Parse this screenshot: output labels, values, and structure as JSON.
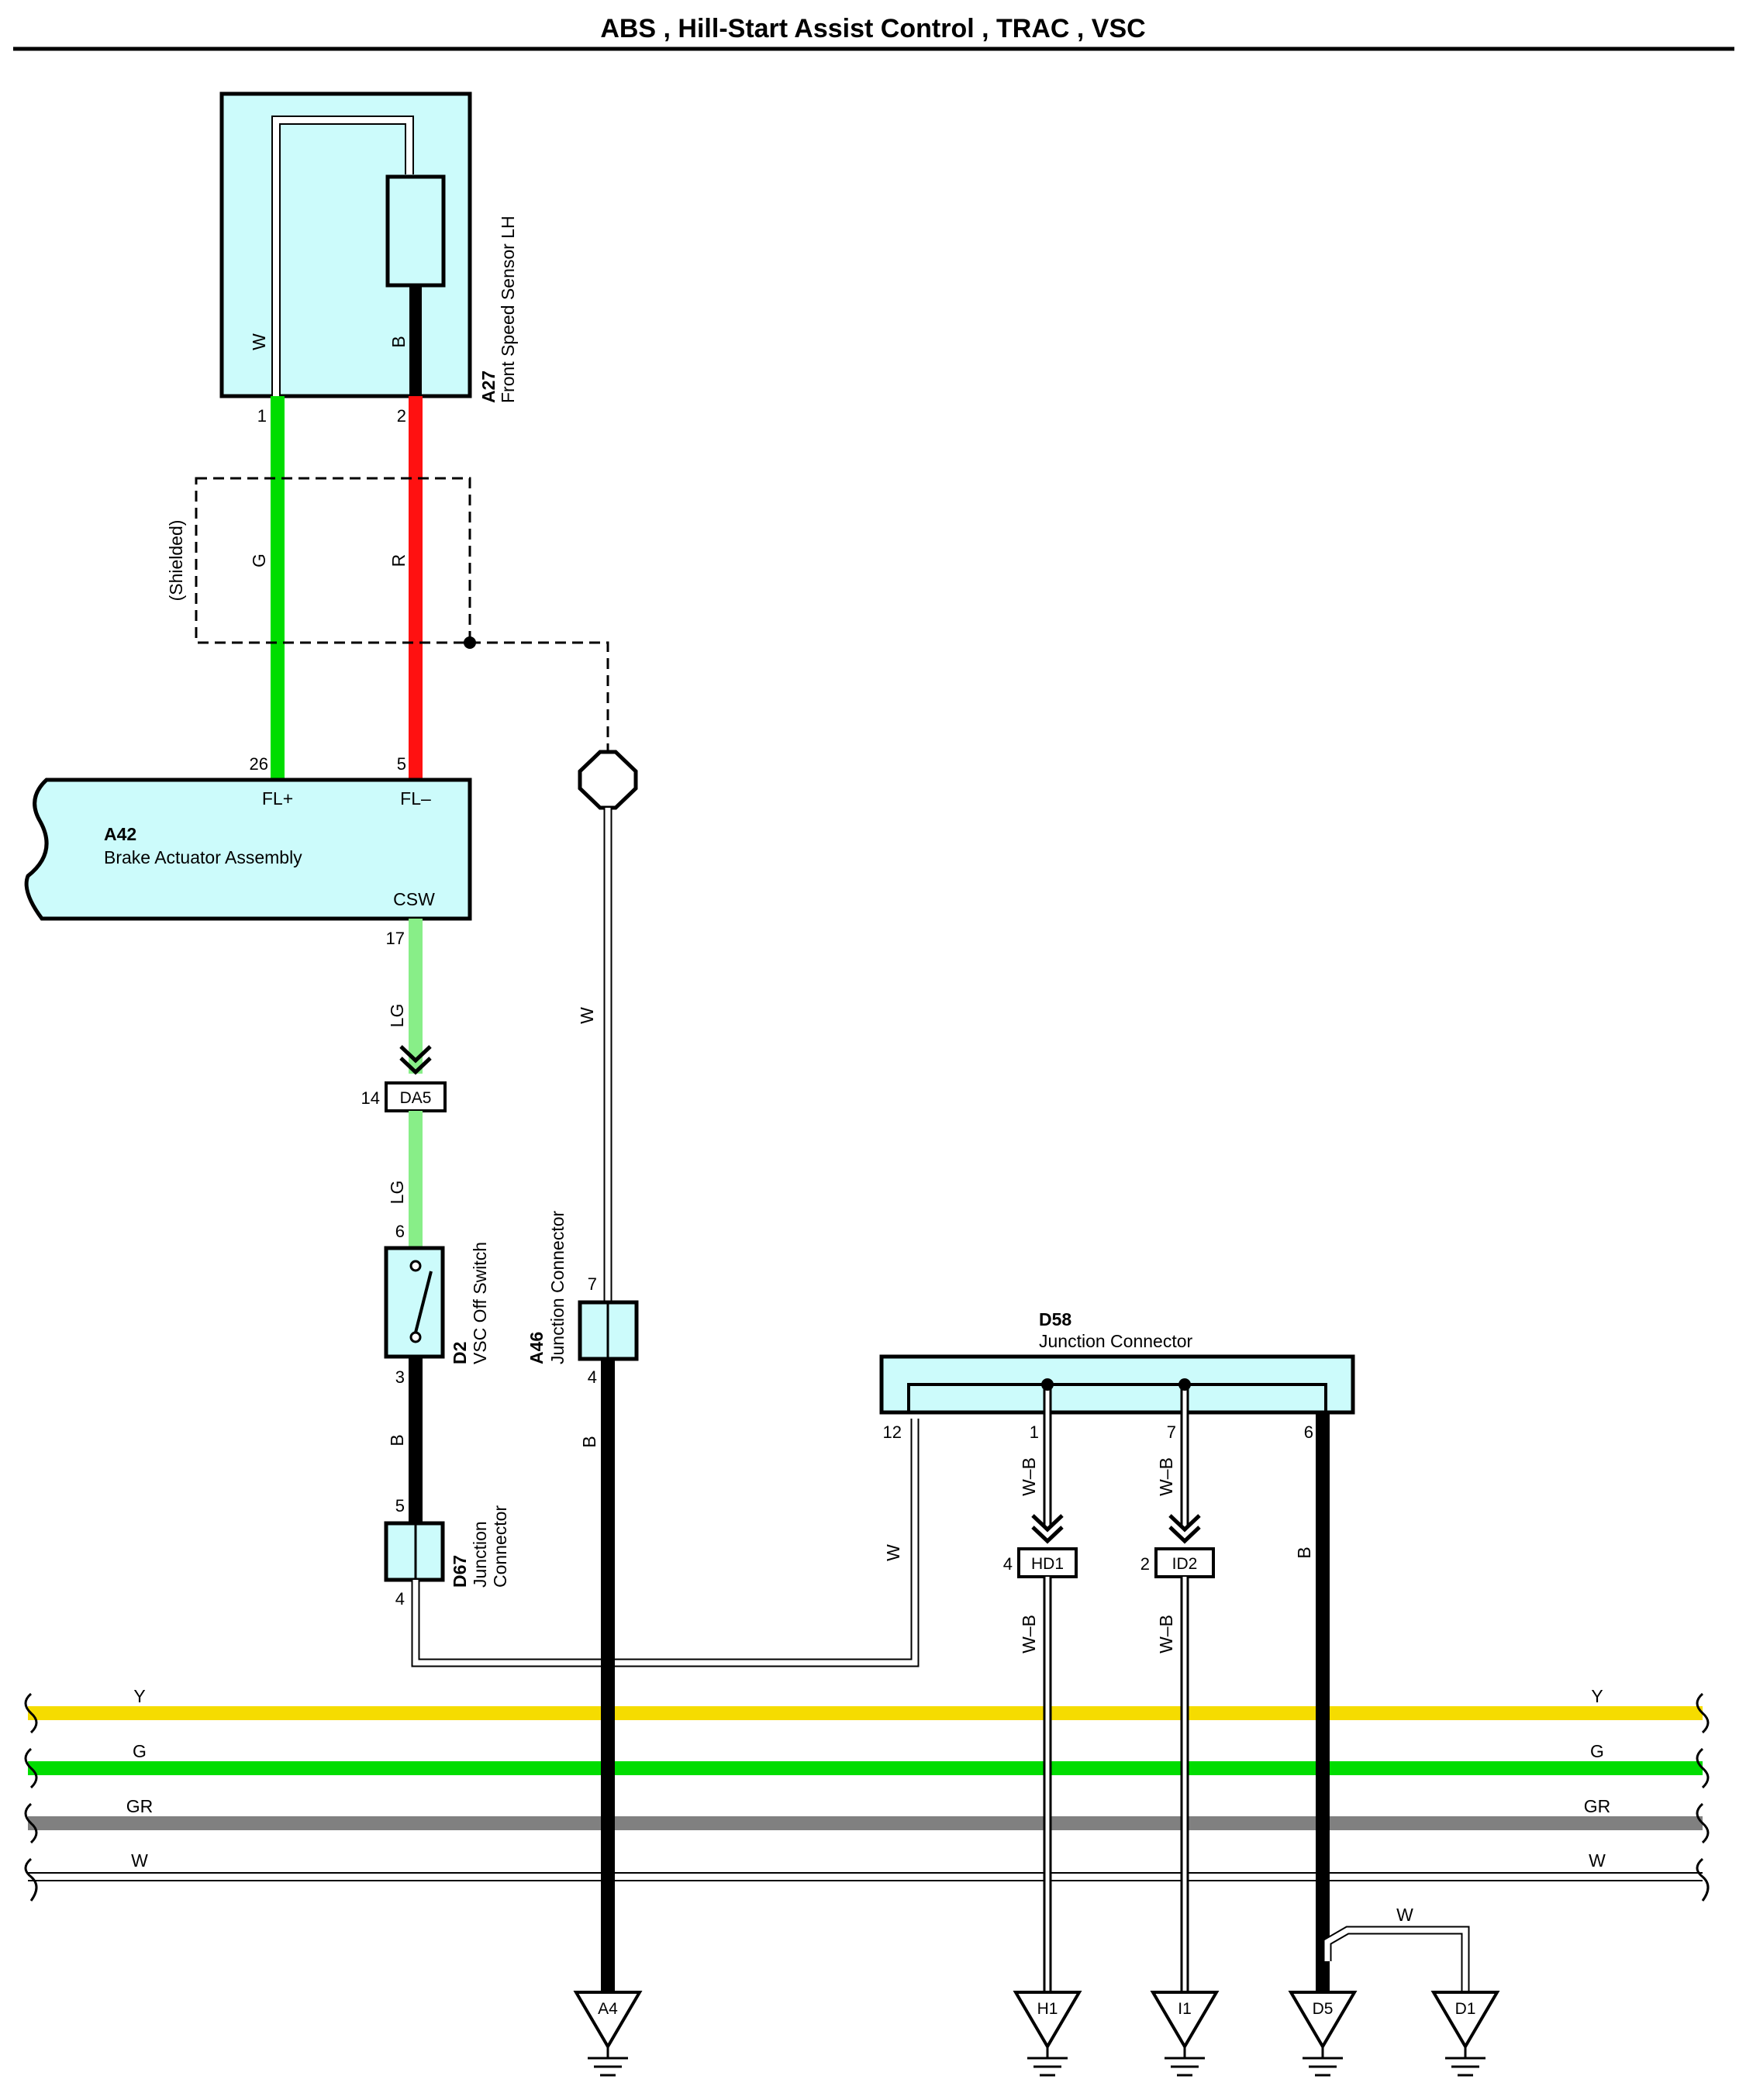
{
  "title": "ABS , Hill-Start Assist Control , TRAC , VSC",
  "colors": {
    "green": "#00dd00",
    "red": "#ff1111",
    "light_green": "#88ee88",
    "yellow": "#f5dc00",
    "gray": "#808080",
    "black": "#000000",
    "component_fill": "#ccfbfb"
  },
  "components": {
    "a27": {
      "code": "A27",
      "name": "Front Speed Sensor LH",
      "wire_w": "W",
      "wire_b": "B",
      "pin1": "1",
      "pin2": "2"
    },
    "shield": {
      "label": "(Shielded)",
      "wire_g": "G",
      "wire_r": "R"
    },
    "a42": {
      "code": "A42",
      "name": "Brake Actuator Assembly",
      "pin_fl_plus_num": "26",
      "pin_fl_plus": "FL+",
      "pin_fl_minus_num": "5",
      "pin_fl_minus": "FL–",
      "pin_csw": "CSW",
      "pin_csw_num": "17"
    },
    "da5": {
      "code": "DA5",
      "pin": "14",
      "wire_above": "LG",
      "wire_below": "LG"
    },
    "d2": {
      "code": "D2",
      "name": "VSC Off Switch",
      "pin_top": "6",
      "pin_bottom": "3",
      "wire_below": "B"
    },
    "d67": {
      "code": "D67",
      "name_line1": "Junction",
      "name_line2": "Connector",
      "pin_top": "5",
      "pin_bottom": "4"
    },
    "a46": {
      "code": "A46",
      "name": "Junction Connector",
      "pin_top": "7",
      "pin_bottom": "4",
      "wire_above": "W",
      "wire_below": "B"
    },
    "d58": {
      "code": "D58",
      "name": "Junction Connector",
      "pin12": "12",
      "pin1": "1",
      "pin7": "7",
      "pin6": "6",
      "wire12": "W",
      "wire1": "W–B",
      "wire7": "W–B",
      "wire6": "B"
    },
    "hd1": {
      "code": "HD1",
      "pin": "4",
      "wire_below": "W–B"
    },
    "id2": {
      "code": "ID2",
      "pin": "2",
      "wire_below": "W–B"
    }
  },
  "bus": {
    "wires": [
      "Y",
      "G",
      "GR",
      "W"
    ]
  },
  "grounds": {
    "a4": "A4",
    "h1": "H1",
    "i1": "I1",
    "d5": "D5",
    "d1": "D1",
    "d5_d1_wire": "W"
  }
}
